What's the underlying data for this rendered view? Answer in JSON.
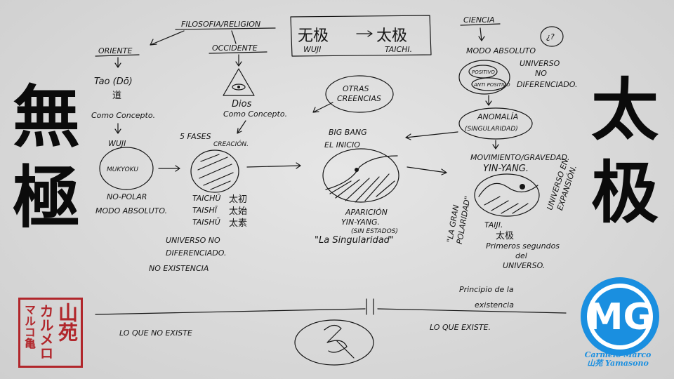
{
  "big_kanji": {
    "left_top": "無",
    "left_bottom": "極",
    "right_top": "太",
    "right_bottom": "极"
  },
  "header": {
    "filosofia": "FILOSOFIA/RELIGION",
    "oriente": "ORIENTE",
    "occidente": "OCCIDENTE",
    "ciencia": "CIENCIA",
    "box_left": "无极",
    "box_right": "太极",
    "box_wuji": "WUJI",
    "box_taichi": "TAICHI."
  },
  "oriente": {
    "tao": "Tao (Dō)",
    "tao_kanji": "道",
    "concept": "Como Concepto.",
    "wuji": "WUJI",
    "circle": "MUKYOKU",
    "no_polar": "NO-POLAR",
    "modo": "MODO ABSOLUTO."
  },
  "occidente": {
    "dios": "Dios",
    "concept": "Como Concepto.",
    "fases": "5 FASES",
    "creacion": "CREACIÓN.",
    "rows": [
      {
        "romaji": "TAICHŪ",
        "kanji": "太初"
      },
      {
        "romaji": "TAISHĪ",
        "kanji": "太始"
      },
      {
        "romaji": "TAISHŪ",
        "kanji": "太素"
      }
    ]
  },
  "middle": {
    "otras": "OTRAS",
    "creencias": "CREENCIAS",
    "bigbang": "BIG BANG",
    "inicio": "EL INICIO",
    "aparicion": "APARICIÓN",
    "yinyang": "YIN-YANG.",
    "sin_estados": "(SIN ESTADOS)",
    "singularidad": "\"La Singularidad\""
  },
  "ciencia": {
    "modo": "MODO ABSOLUTO",
    "positivo": "POSITIVO",
    "antipositivo": "ANTI POSITIVO",
    "universo": "UNIVERSO",
    "no": "NO",
    "diferenciado": "DIFERENCIADO.",
    "anomalia": "ANOMALÍA",
    "singularidad": "(SINGULARIDAD)",
    "movimiento": "MOVIMIENTO/GRAVEDAD.",
    "yinyang": "YIN-YANG.",
    "gran": "\"LA GRAN",
    "polaridad": "POLARIDAD\"",
    "expansion1": "UNIVERSO EN",
    "expansion2": "EXPANSIÓN.",
    "taiji": "TAIJI.",
    "taiji_kanji": "太极",
    "primeros": "Primeros segundos",
    "del": "del",
    "universo2": "UNIVERSO."
  },
  "bottom": {
    "universo": "UNIVERSO NO",
    "diferenciado": "DIFERENCIADO.",
    "no_existencia": "NO EXISTENCIA",
    "principio": "Principio de la",
    "existencia": "existencia",
    "lo_que_no": "LO QUE NO EXISTE",
    "lo_que_si": "LO QUE EXISTE."
  },
  "seal": {
    "col1": "マルコ亀",
    "col2": "カルメロ",
    "col3": "山苑"
  },
  "logo": {
    "letters": "MG",
    "name1": "Carmelo Marco",
    "name2": "山苑 Yamasono"
  },
  "colors": {
    "seal": "#b1262b",
    "logo": "#1a8fe0",
    "ink": "#151515"
  }
}
